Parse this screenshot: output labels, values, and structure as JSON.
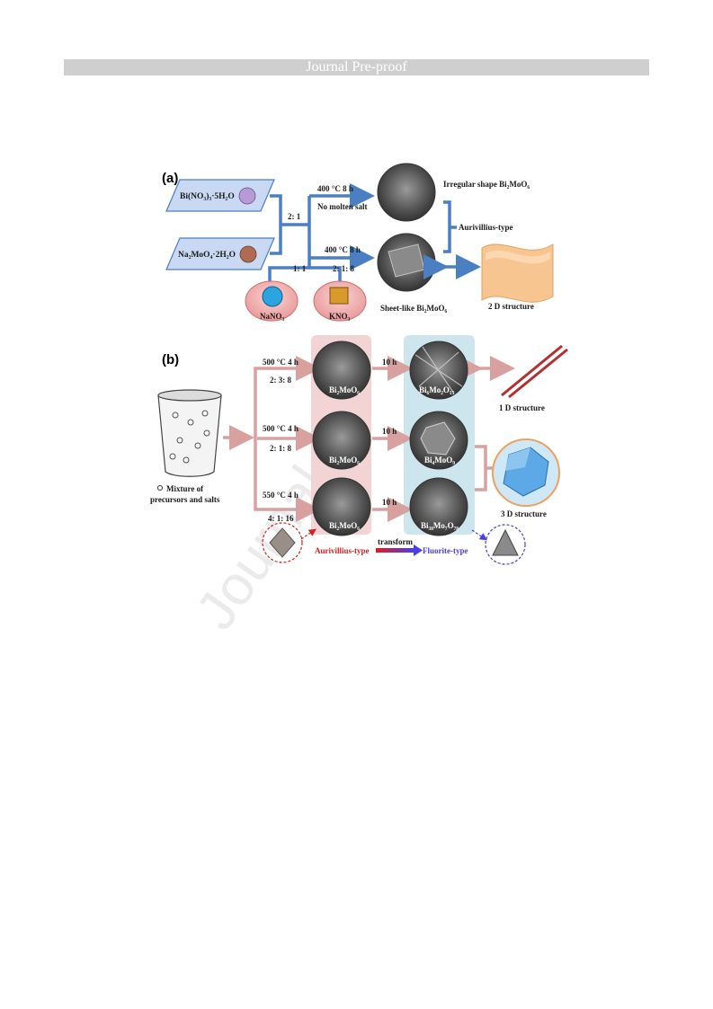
{
  "header": {
    "banner": "Journal Pre-proof"
  },
  "watermark": "Journal",
  "panel_a": {
    "tag": "(a)",
    "precursor_1": "Bi(NO₃)₃·5H₂O",
    "precursor_2": "Na₂MoO₄·2H₂O",
    "ratio_main": "2: 1",
    "cond_top": "400 °C  8 h",
    "cond_top_note": "No molten salt",
    "cond_bottom": "400 °C  8 h",
    "salt_ratio_1": "1: 1",
    "salt_ratio_2": "2: 1: 8",
    "salt_1": "NaNO₃",
    "salt_2": "KNO₃",
    "product_top": "Irregular shape  Bi₂MoO₆",
    "product_bottom": "Sheet-like Bi₂MoO₆",
    "type_label": "Aurivillius-type",
    "structure": "2 D structure"
  },
  "panel_b": {
    "tag": "(b)",
    "mixture_line1": "Mixture of",
    "mixture_line2": "precursors and salts",
    "rows": [
      {
        "cond": "500 °C  4 h",
        "ratio": "2: 3: 8",
        "product_1": "Bi₂MoO₆",
        "time": "10 h",
        "product_2": "Bi₆Mo₂O₁₅"
      },
      {
        "cond": "500 °C  4 h",
        "ratio": "2: 1: 8",
        "product_1": "Bi₂MoO₆",
        "time": "10 h",
        "product_2": "Bi₄MoO₉"
      },
      {
        "cond": "550 °C  4 h",
        "ratio": "4: 1: 16",
        "product_1": "Bi₂MoO₆",
        "time": "10 h",
        "product_2": "Bi₃₈Mo₇O₇₈"
      }
    ],
    "structure_1d": "1 D structure",
    "structure_3d": "3 D structure",
    "type_left": "Aurivillius-type",
    "transform": "transform",
    "type_right": "Fluorite-type"
  },
  "colors": {
    "blue_arrow": "#4a7fc1",
    "pink_arrow": "#d9a0a0",
    "aurivillius": "#d82020",
    "fluorite": "#4a3fe0"
  }
}
